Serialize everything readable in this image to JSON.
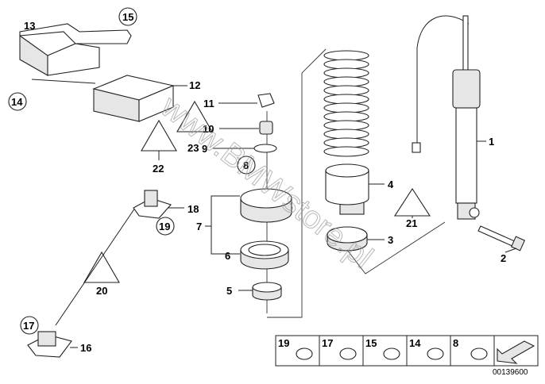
{
  "diagram": {
    "labels": {
      "p1": "1",
      "p2": "2",
      "p3": "3",
      "p4": "4",
      "p5": "5",
      "p6": "6",
      "p7": "7",
      "p8": "8",
      "p9": "9",
      "p10": "10",
      "p11": "11",
      "p12": "12",
      "p13": "13",
      "p14": "14",
      "p15": "15",
      "p16": "16",
      "p17": "17",
      "p18": "18",
      "p19": "19",
      "p20": "20",
      "p21": "21",
      "p22": "22",
      "p23": "23"
    },
    "legend": [
      "19",
      "17",
      "15",
      "14",
      "8"
    ],
    "diagram_code": "00139600",
    "watermark": "www.BMWstore.pl"
  }
}
